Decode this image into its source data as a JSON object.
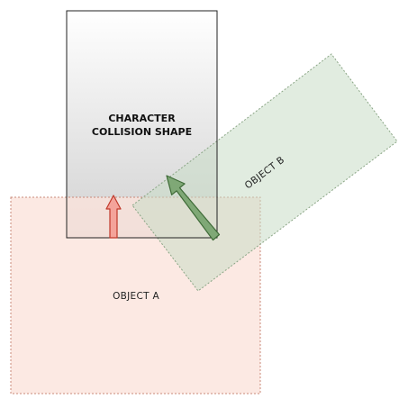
{
  "character": {
    "label_line1": "CHARACTER",
    "label_line2": "COLLISION SHAPE"
  },
  "object_a": {
    "label": "OBJECT A",
    "fill": "#fbe3db",
    "stroke": "#c8897a"
  },
  "object_b": {
    "label": "OBJECT B",
    "fill": "#c9dcc6",
    "stroke": "#8aa585"
  },
  "arrows": {
    "red_fill": "#f4a39a",
    "red_stroke": "#c0392b",
    "green_fill": "#7fa876",
    "green_stroke": "#3f6b38"
  }
}
